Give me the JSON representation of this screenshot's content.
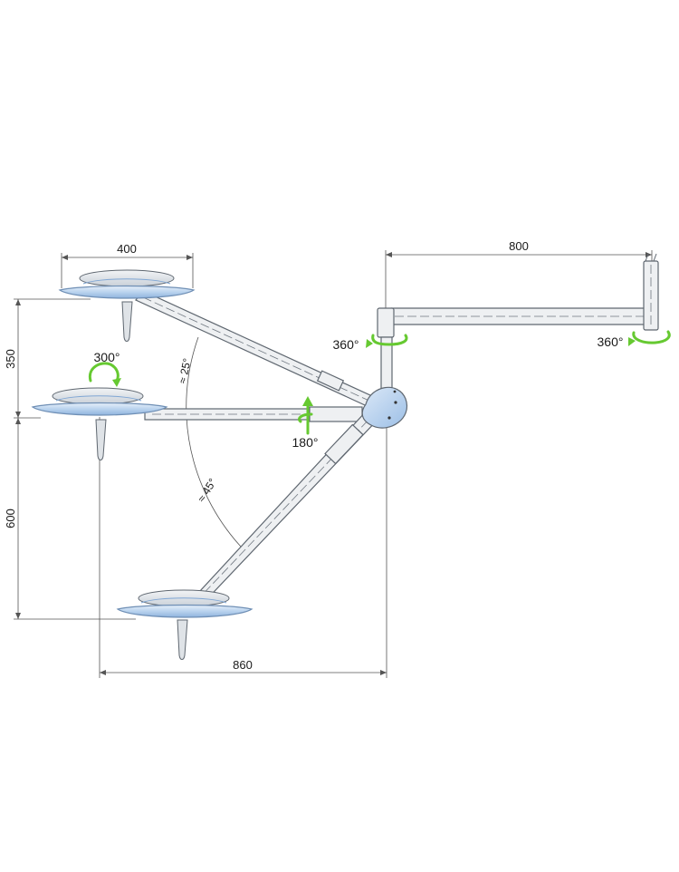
{
  "dimensions": {
    "top_width": "400",
    "arm_length": "800",
    "height_upper": "350",
    "height_lower": "600",
    "reach": "860"
  },
  "angles": {
    "upper": "≈ 25°",
    "lower": "≈ 45°"
  },
  "rotations": {
    "ceiling_mount": "360°",
    "arm_pivot": "360°",
    "lamp_head": "300°",
    "spring_arm": "180°"
  },
  "colors": {
    "lamp_blue": "#b9d3ee",
    "lamp_edge": "#7fa6d4",
    "arm_fill": "#eef0f2",
    "outline": "#5f6770",
    "rotation_arrow": "#66c931",
    "dimension_line": "#555555"
  }
}
